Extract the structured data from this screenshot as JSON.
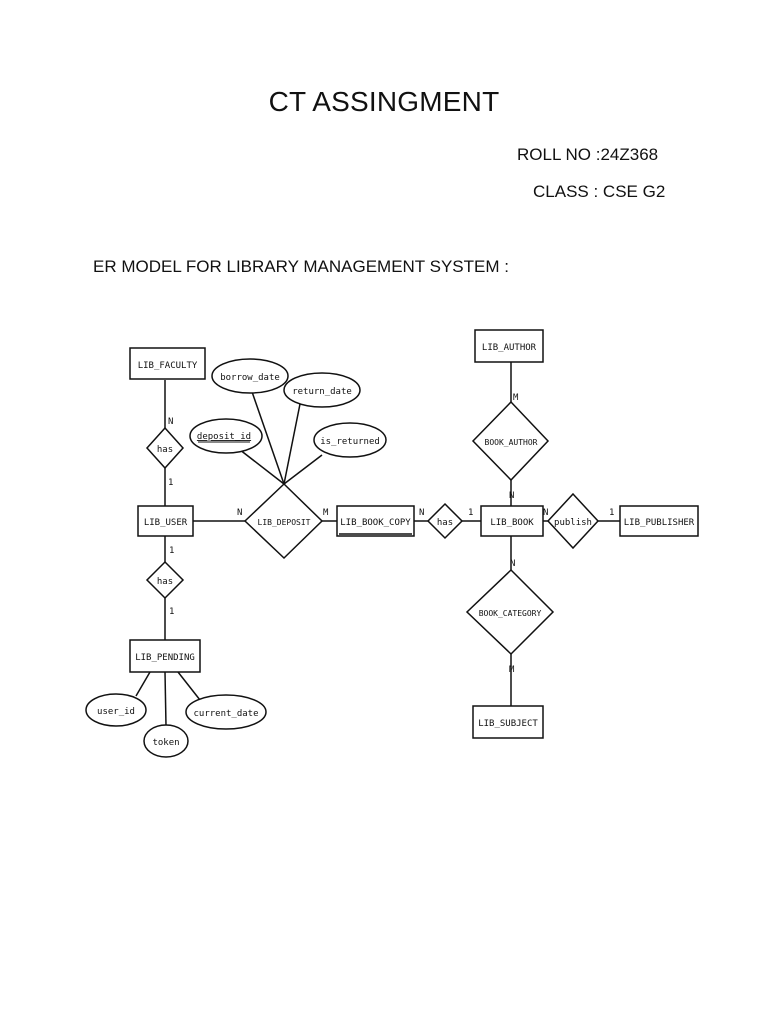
{
  "document": {
    "title": "CT ASSINGMENT",
    "roll_no": "ROLL NO :24Z368",
    "class": "CLASS : CSE G2",
    "heading": "ER MODEL FOR LIBRARY MANAGEMENT SYSTEM :"
  },
  "diagram": {
    "entities": {
      "lib_faculty": "LIB_FACULTY",
      "lib_user": "LIB_USER",
      "lib_pending": "LIB_PENDING",
      "lib_book_copy": "LIB_BOOK_COPY",
      "lib_author": "LIB_AUTHOR",
      "lib_book": "LIB_BOOK",
      "lib_publisher": "LIB_PUBLISHER",
      "lib_subject": "LIB_SUBJECT"
    },
    "relationships": {
      "has_faculty": "has",
      "lib_deposit": "LIB_DEPOSIT",
      "has_pending": "has",
      "has_copy": "has",
      "book_author": "BOOK_AUTHOR",
      "publish": "publish",
      "book_category": "BOOK_CATEGORY"
    },
    "attributes": {
      "borrow_date": "borrow_date",
      "return_date": "return_date",
      "deposit_id": "deposit_id",
      "is_returned": "is_returned",
      "user_id": "user_id",
      "token": "token",
      "current_date": "current_date"
    },
    "cardinalities": {
      "faculty_has": "N",
      "has_user": "1",
      "user_deposit": "N",
      "deposit_copy": "M",
      "copy_has": "N",
      "has_book": "1",
      "user_has": "1",
      "has_pending": "1",
      "author_rel": "M",
      "rel_book": "N",
      "book_publish": "N",
      "publish_publisher": "1",
      "book_category": "N",
      "category_subject": "M"
    }
  }
}
